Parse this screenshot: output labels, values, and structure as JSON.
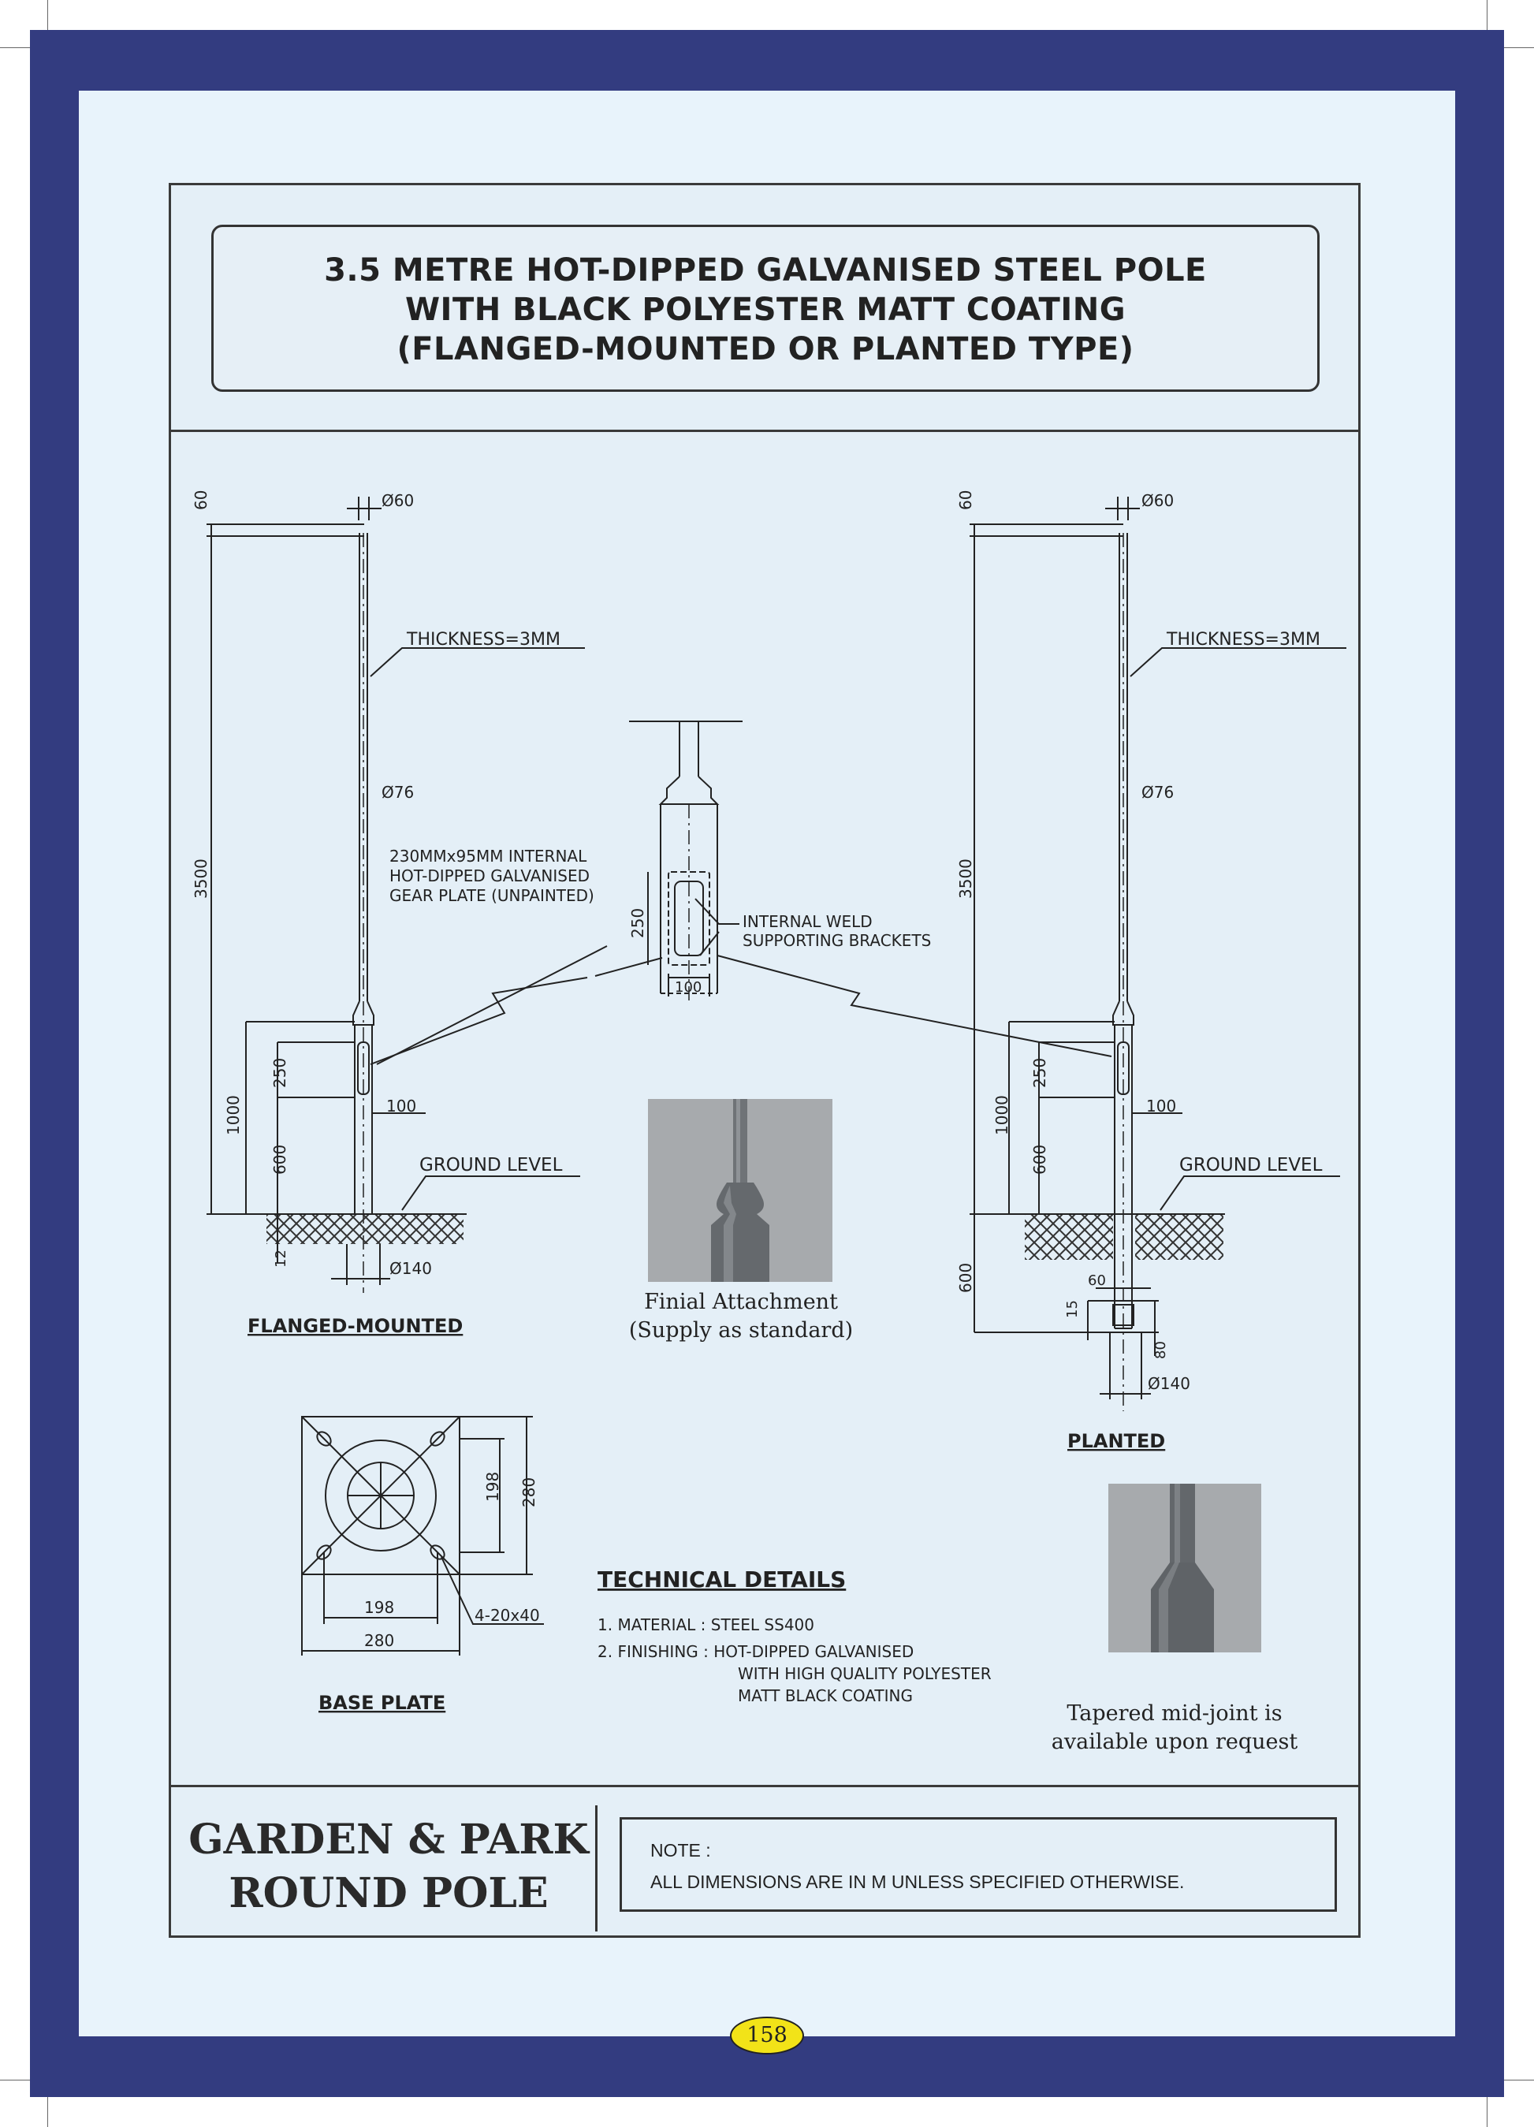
{
  "title": {
    "line1": "3.5 METRE HOT-DIPPED GALVANISED STEEL POLE",
    "line2": "WITH BLACK POLYESTER MATT COATING",
    "line3": "(FLANGED-MOUNTED OR PLANTED TYPE)"
  },
  "flanged": {
    "dim_top": "60",
    "dia_top": "Ø60",
    "thickness": "THICKNESS=3MM",
    "dia_mid": "Ø76",
    "height": "3500",
    "gear_line1": "230MMx95MM INTERNAL",
    "gear_line2": "HOT-DIPPED GALVANISED",
    "gear_line3": "GEAR PLATE (UNPAINTED)",
    "dim_1000": "1000",
    "dim_250": "250",
    "dim_600": "600",
    "dim_100": "100",
    "ground": "GROUND LEVEL",
    "dim_12": "12",
    "dia_base": "Ø140",
    "label": "FLANGED-MOUNTED"
  },
  "detail": {
    "dim_250": "250",
    "dim_100": "100",
    "bracket_line1": "INTERNAL WELD",
    "bracket_line2": "SUPPORTING BRACKETS"
  },
  "finial": {
    "caption1": "Finial Attachment",
    "caption2": "(Supply as standard)"
  },
  "planted": {
    "dim_top": "60",
    "dia_top": "Ø60",
    "thickness": "THICKNESS=3MM",
    "dia_mid": "Ø76",
    "height": "3500",
    "dim_1000": "1000",
    "dim_250": "250",
    "dim_600": "600",
    "dim_100": "100",
    "ground": "GROUND LEVEL",
    "dim_600b": "600",
    "dim_60": "60",
    "dim_15": "15",
    "dim_80": "80",
    "dia_base": "Ø140",
    "label": "PLANTED"
  },
  "base_plate": {
    "dim_198": "198",
    "dim_280": "280",
    "bolt": "4-20x40",
    "label": "BASE PLATE"
  },
  "technical": {
    "heading": "TECHNICAL DETAILS",
    "item1": "1. MATERIAL : STEEL SS400",
    "item2": "2. FINISHING : HOT-DIPPED GALVANISED",
    "item2b": "WITH HIGH QUALITY POLYESTER",
    "item2c": "MATT BLACK COATING"
  },
  "tapered": {
    "caption1": "Tapered mid-joint is",
    "caption2": "available upon request"
  },
  "footer": {
    "name1": "GARDEN & PARK",
    "name2": "ROUND POLE",
    "note_label": "NOTE :",
    "note_text": "ALL DIMENSIONS ARE IN M UNLESS SPECIFIED OTHERWISE."
  },
  "page_number": "158",
  "colors": {
    "border": "#333c80",
    "background": "#e8f3fb",
    "page_badge": "#f2e318"
  }
}
